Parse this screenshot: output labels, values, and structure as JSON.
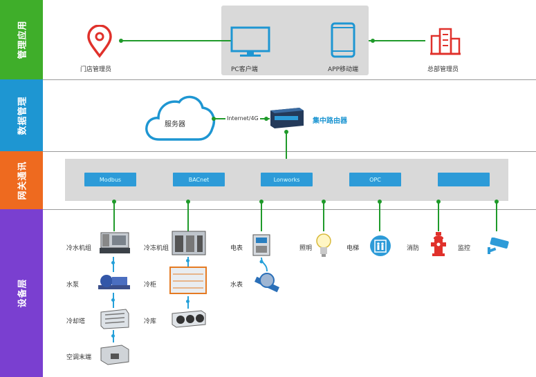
{
  "bands": {
    "mgmt": {
      "label": "管理应用",
      "color": "#3fae2a"
    },
    "data": {
      "label": "数据管理",
      "color": "#1e96d2"
    },
    "gateway": {
      "label": "网关通讯",
      "color": "#ee6a1f"
    },
    "device": {
      "label": "设备层",
      "color": "#7a3fd0"
    }
  },
  "mgmt": {
    "store_manager": "门店管理员",
    "pc_client": "PC客户端",
    "app_client": "APP移动端",
    "hq_manager": "总部管理员"
  },
  "data": {
    "server": "服务器",
    "link": "Internet/4G",
    "router": "集中路由器"
  },
  "gateway": {
    "protocols": [
      "Modbus",
      "BACnet",
      "Lonworks",
      "OPC",
      ""
    ]
  },
  "devices": {
    "col1": [
      "冷水机组",
      "水泵",
      "冷却塔",
      "空调末端"
    ],
    "col2": [
      "冷冻机组",
      "冷柜",
      "冷库"
    ],
    "col3": [
      "电表",
      "水表"
    ],
    "lighting": "照明",
    "elevator": "电梯",
    "fire": "消防",
    "monitor": "监控"
  },
  "colors": {
    "accent_blue": "#1e96d2",
    "line_green": "#1f9a2a",
    "icon_red": "#e0312b"
  }
}
